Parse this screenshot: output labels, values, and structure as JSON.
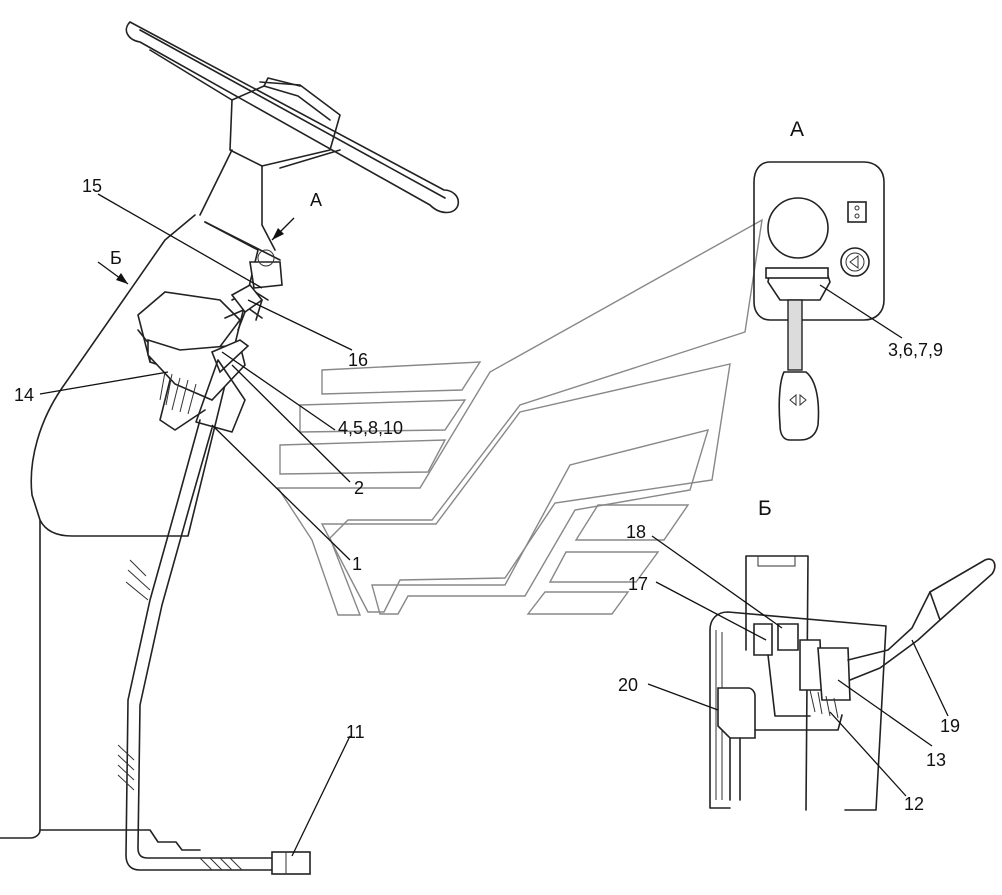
{
  "view_labels": {
    "view_a_arrow": "А",
    "view_b_arrow": "Б",
    "view_a_title": "А",
    "view_b_title": "Б"
  },
  "callouts": {
    "c1": "1",
    "c2": "2",
    "c3": "3,6,7,9",
    "c4": "4,5,8,10",
    "c11": "11",
    "c12": "12",
    "c13": "13",
    "c14": "14",
    "c15": "15",
    "c16": "16",
    "c17": "17",
    "c18": "18",
    "c19": "19",
    "c20": "20"
  }
}
